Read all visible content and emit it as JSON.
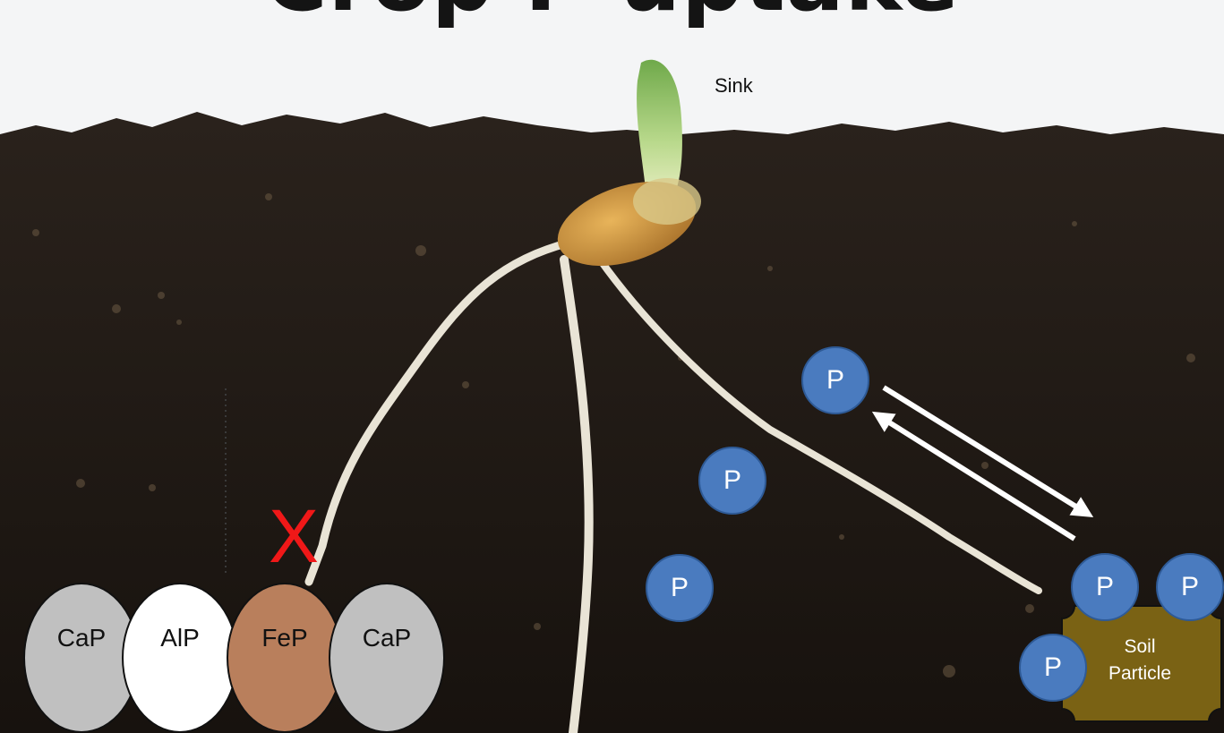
{
  "title": "Crop P uptake",
  "sink_label": "Sink",
  "phosphate_label": "P",
  "x_mark": "X",
  "soil_particle": {
    "line1": "Soil",
    "line2": "Particle"
  },
  "compounds": [
    "CaP",
    "AlP",
    "FeP",
    "CaP"
  ],
  "colors": {
    "phosphate": "#4a7bbf",
    "soil_particle": "#7a6214",
    "fep": "#b97f5c",
    "cap": "#c0c0c0",
    "alp": "#ffffff",
    "x_mark": "#f01818"
  }
}
